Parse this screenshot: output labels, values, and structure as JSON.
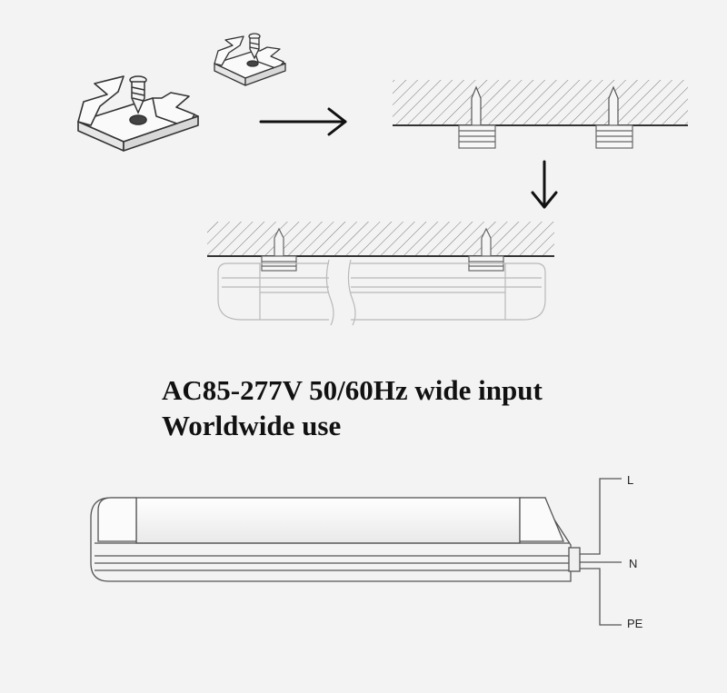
{
  "headline": {
    "line1": "AC85-277V 50/60Hz wide input",
    "line2": "Worldwide use"
  },
  "wiring": {
    "labels": [
      "L",
      "N",
      "PE"
    ]
  },
  "colors": {
    "background": "#f3f3f3",
    "line": "#555555",
    "arrow": "#111111",
    "text": "#111111"
  },
  "icons": [
    "mounting-clip-icon",
    "screw-icon",
    "arrow-right-icon",
    "arrow-down-icon"
  ]
}
